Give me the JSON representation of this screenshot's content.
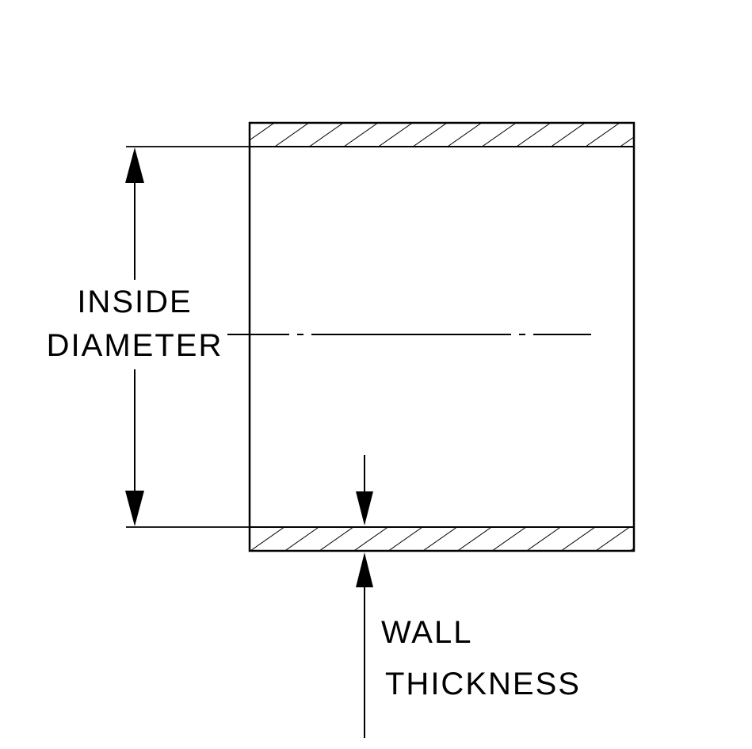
{
  "labels": {
    "inside_diameter_line1": "INSIDE",
    "inside_diameter_line2": "DIAMETER",
    "wall_thickness_line1": "WALL",
    "wall_thickness_line2": "THICKNESS"
  },
  "colors": {
    "line": "#000000",
    "background": "#ffffff"
  }
}
